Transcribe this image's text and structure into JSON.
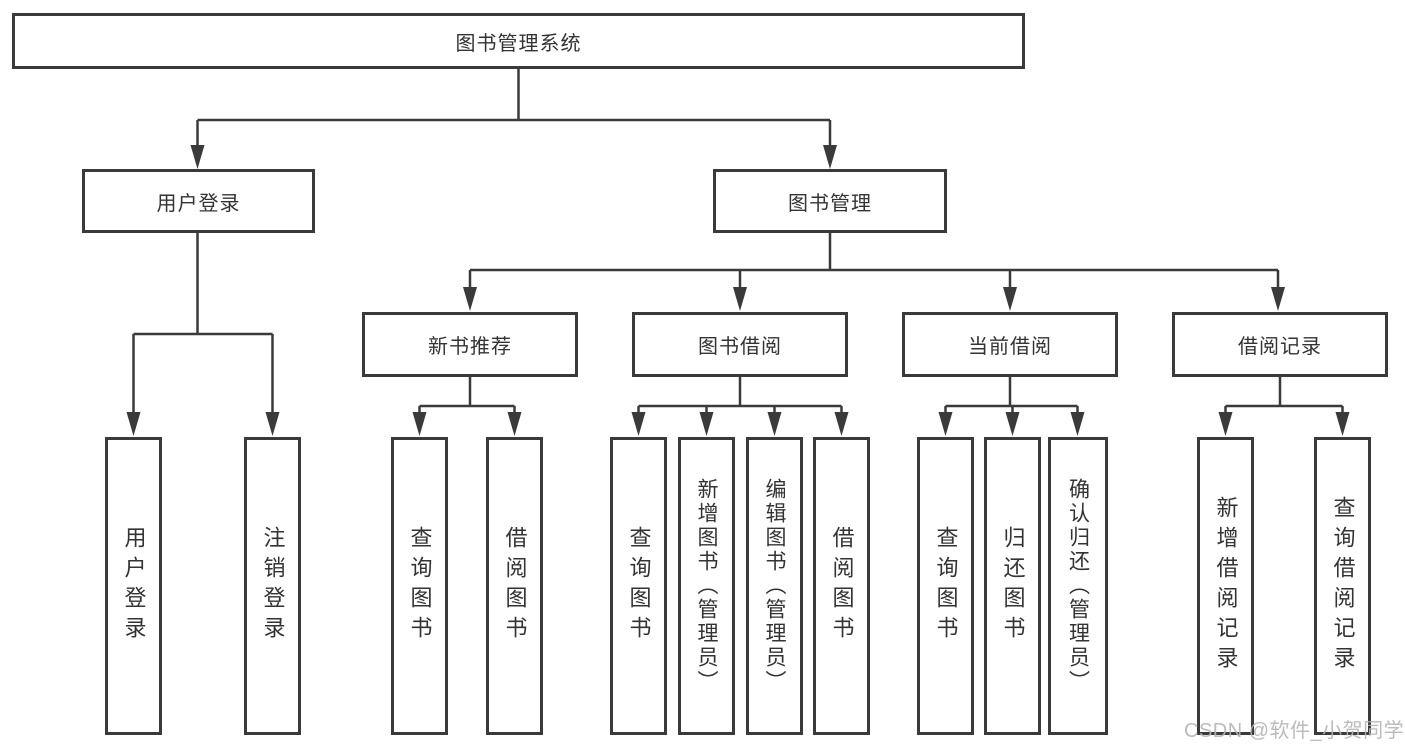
{
  "diagram_type": "hierarchy-tree",
  "colors": {
    "line": "#3a3a3a",
    "box_border": "#3a3a3a",
    "text": "#333333",
    "watermark": "#b4b4b4",
    "background": "#ffffff"
  },
  "tree": {
    "label": "图书管理系统",
    "children": [
      {
        "label": "用户登录",
        "children": [
          {
            "label": "用户登录"
          },
          {
            "label": "注销登录"
          }
        ]
      },
      {
        "label": "图书管理",
        "children": [
          {
            "label": "新书推荐",
            "children": [
              {
                "label": "查询图书"
              },
              {
                "label": "借阅图书"
              }
            ]
          },
          {
            "label": "图书借阅",
            "children": [
              {
                "label": "查询图书"
              },
              {
                "label": "新增图书（管理员）"
              },
              {
                "label": "编辑图书（管理员）"
              },
              {
                "label": "借阅图书"
              }
            ]
          },
          {
            "label": "当前借阅",
            "children": [
              {
                "label": "查询图书"
              },
              {
                "label": "归还图书"
              },
              {
                "label": "确认归还（管理员）"
              }
            ]
          },
          {
            "label": "借阅记录",
            "children": [
              {
                "label": "新增借阅记录"
              },
              {
                "label": "查询借阅记录"
              }
            ]
          }
        ]
      }
    ]
  },
  "watermark": {
    "text": "CSDN @软件_小贺同学"
  }
}
